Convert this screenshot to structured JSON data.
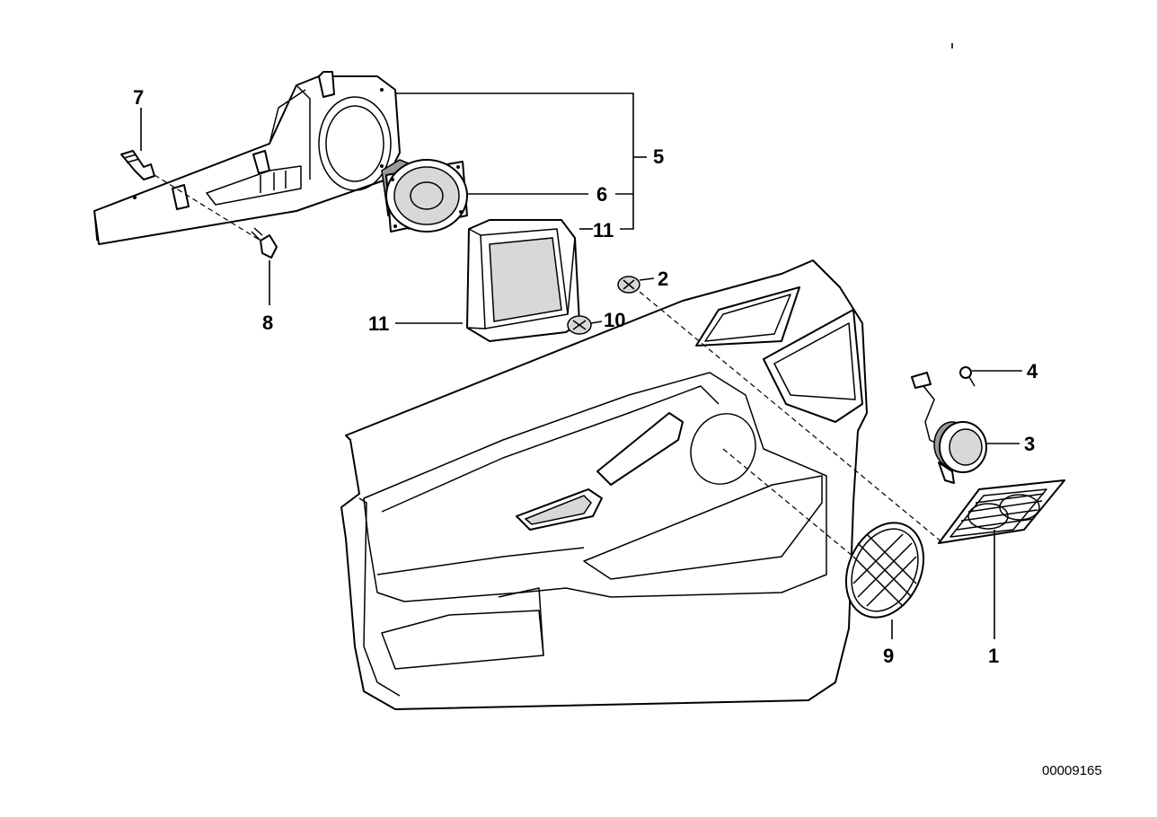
{
  "callouts": {
    "c1": "1",
    "c2": "2",
    "c3": "3",
    "c4": "4",
    "c5": "5",
    "c6": "6",
    "c7": "7",
    "c8": "8",
    "c9": "9",
    "c10": "10",
    "c11a": "11",
    "c11b": "11"
  },
  "drawing_number": "00009165",
  "icons": [
    "speaker-housing-icon",
    "speaker-icon",
    "tweeter-icon",
    "grille-icon",
    "door-panel-icon",
    "clip-icon",
    "screw-icon"
  ]
}
